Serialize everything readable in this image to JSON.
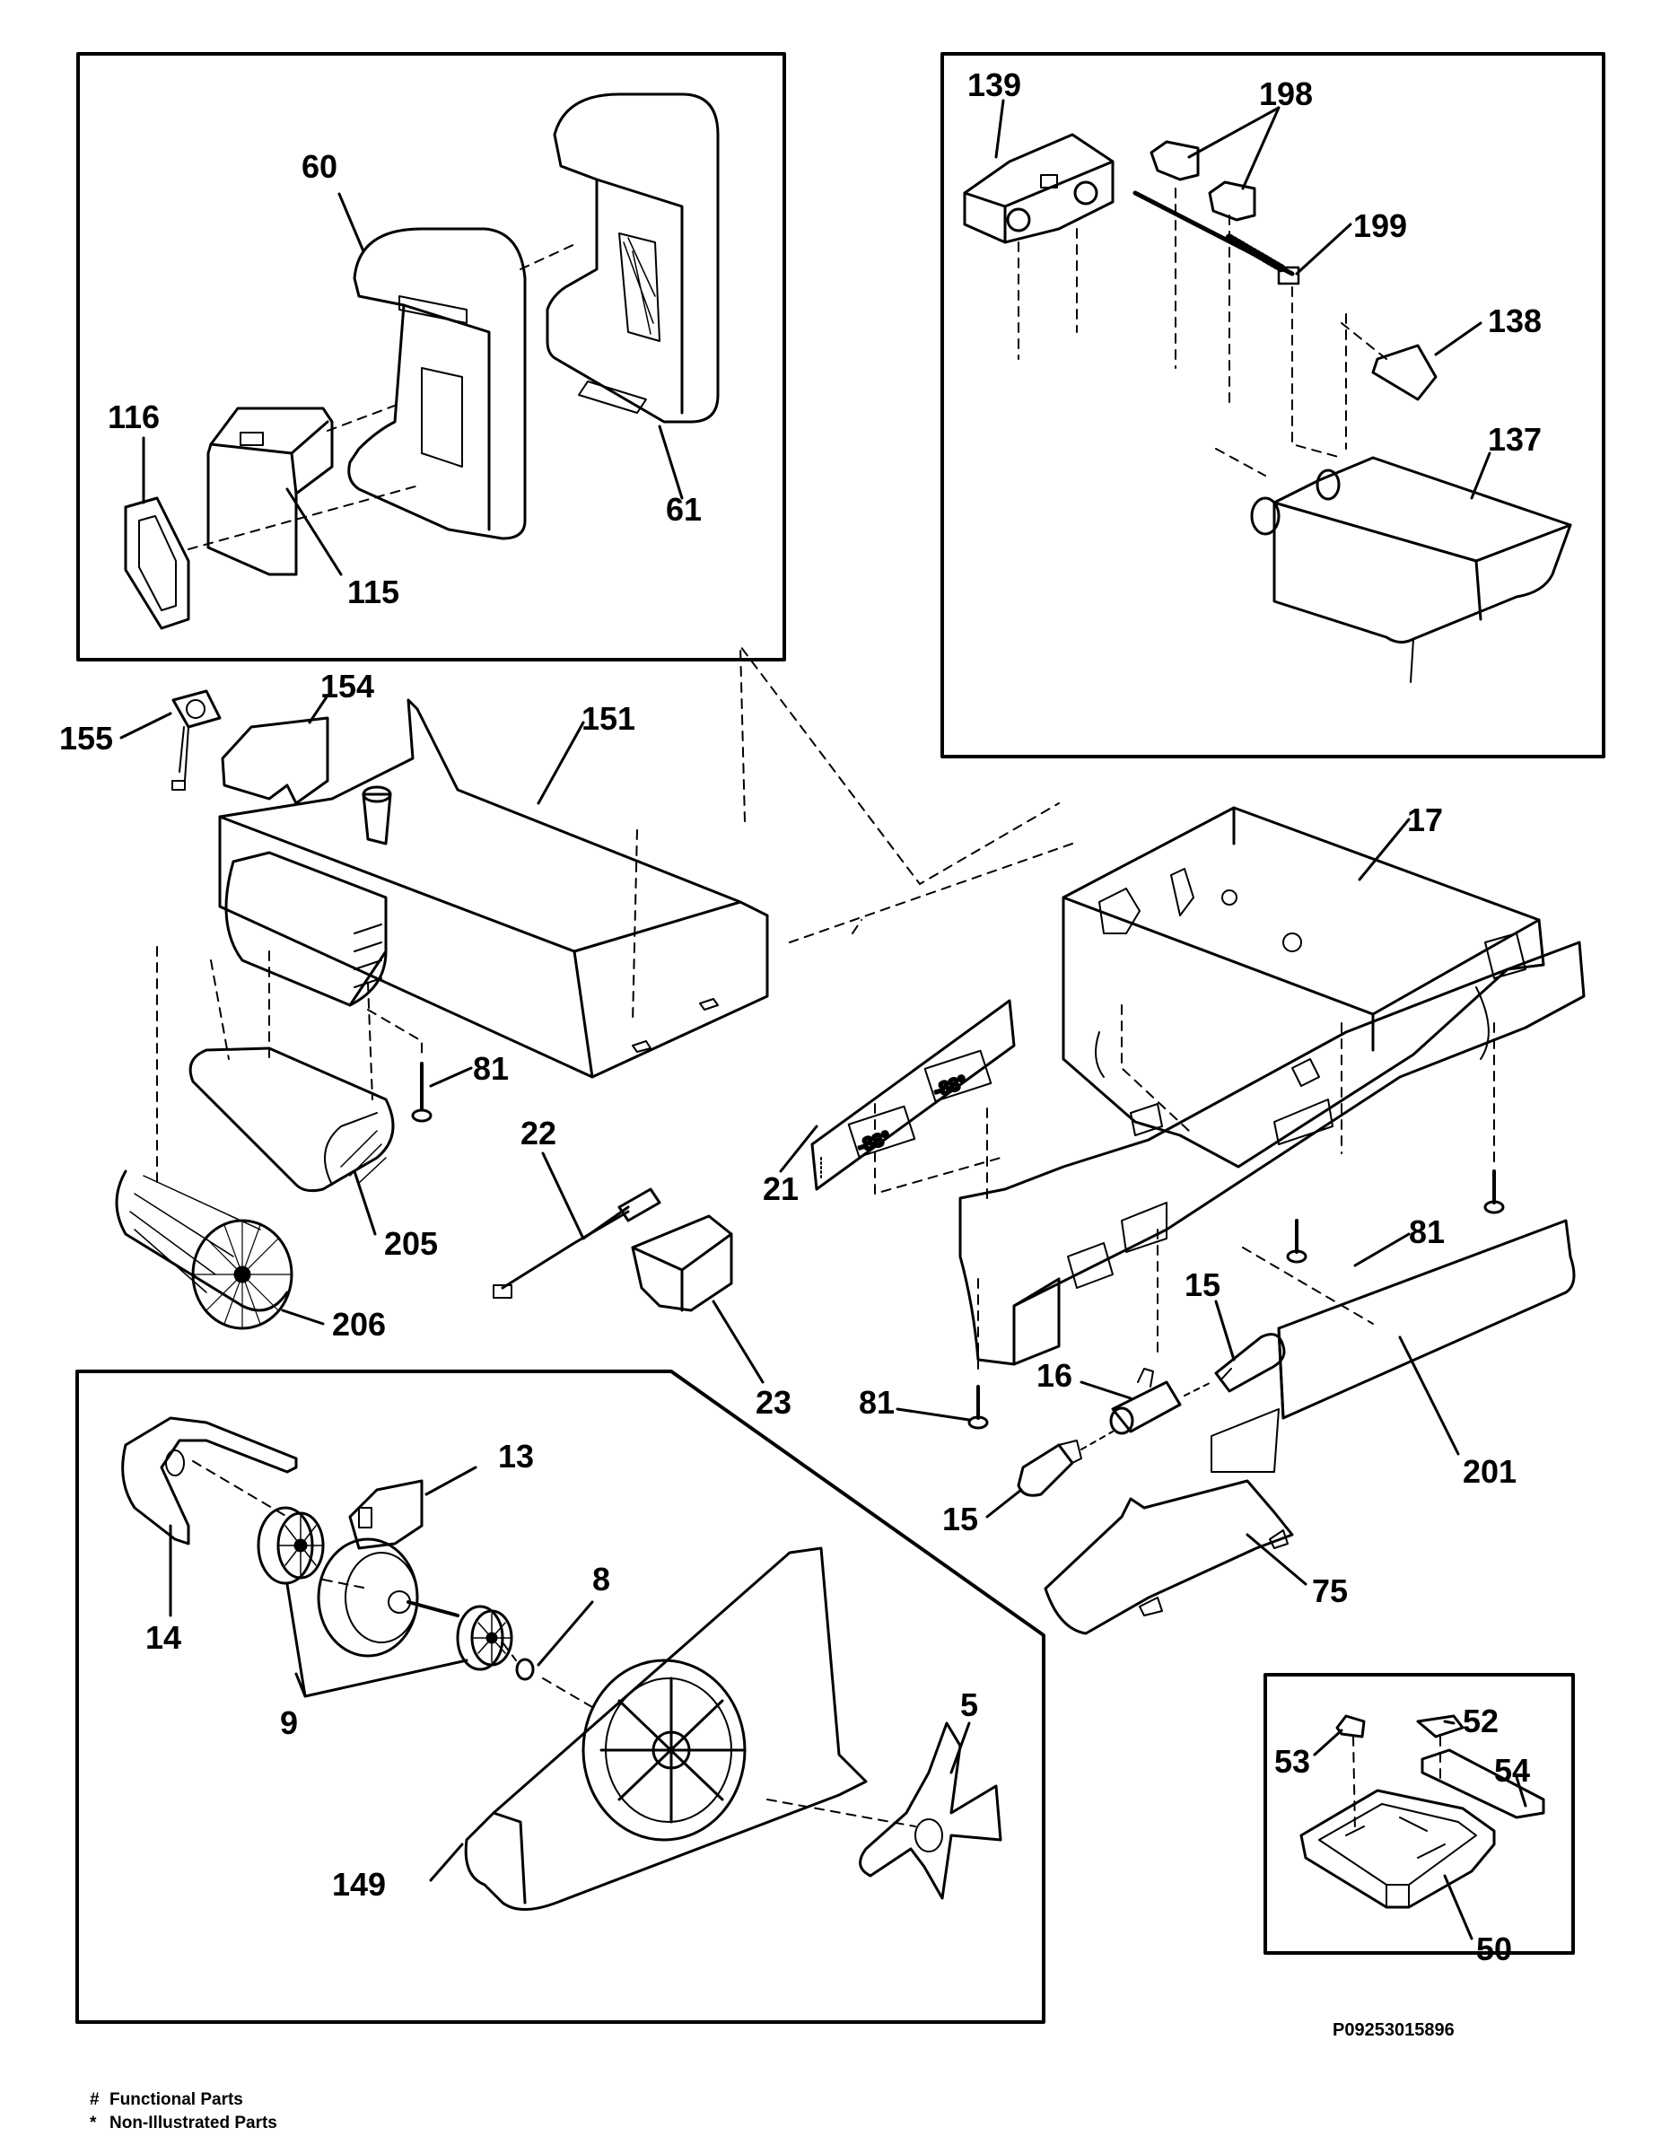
{
  "diagram": {
    "reference": "P09253015896",
    "callouts": [
      {
        "id": "60",
        "label": "60"
      },
      {
        "id": "116",
        "label": "116"
      },
      {
        "id": "115",
        "label": "115"
      },
      {
        "id": "61",
        "label": "61"
      },
      {
        "id": "139",
        "label": "139"
      },
      {
        "id": "198",
        "label": "198"
      },
      {
        "id": "199",
        "label": "199"
      },
      {
        "id": "138",
        "label": "138"
      },
      {
        "id": "137",
        "label": "137"
      },
      {
        "id": "155",
        "label": "155"
      },
      {
        "id": "154",
        "label": "154"
      },
      {
        "id": "151",
        "label": "151"
      },
      {
        "id": "17",
        "label": "17"
      },
      {
        "id": "81a",
        "label": "81"
      },
      {
        "id": "22",
        "label": "22"
      },
      {
        "id": "21",
        "label": "21"
      },
      {
        "id": "205",
        "label": "205"
      },
      {
        "id": "206",
        "label": "206"
      },
      {
        "id": "23",
        "label": "23"
      },
      {
        "id": "81b",
        "label": "81"
      },
      {
        "id": "15a",
        "label": "15"
      },
      {
        "id": "16",
        "label": "16"
      },
      {
        "id": "81c",
        "label": "81"
      },
      {
        "id": "201",
        "label": "201"
      },
      {
        "id": "15b",
        "label": "15"
      },
      {
        "id": "75",
        "label": "75"
      },
      {
        "id": "13",
        "label": "13"
      },
      {
        "id": "14",
        "label": "14"
      },
      {
        "id": "8",
        "label": "8"
      },
      {
        "id": "9",
        "label": "9"
      },
      {
        "id": "5",
        "label": "5"
      },
      {
        "id": "149",
        "label": "149"
      },
      {
        "id": "52",
        "label": "52"
      },
      {
        "id": "53",
        "label": "53"
      },
      {
        "id": "54",
        "label": "54"
      },
      {
        "id": "50",
        "label": "50"
      }
    ]
  },
  "legend": {
    "functional": {
      "symbol": "#",
      "text": "Functional Parts"
    },
    "non_illustrated": {
      "symbol": "*",
      "text": "Non-Illustrated Parts"
    }
  }
}
